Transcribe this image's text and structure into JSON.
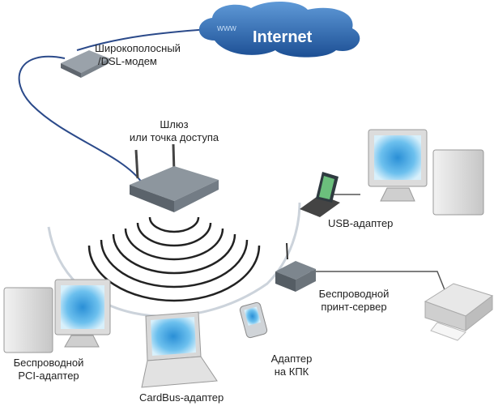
{
  "cloud": {
    "www": "www",
    "internet": "Internet"
  },
  "modem": {
    "line1": "Широкополосный",
    "line2": "/DSL-модем"
  },
  "gateway": {
    "line1": "Шлюз",
    "line2": "или точка доступа"
  },
  "usb": {
    "label": "USB-адаптер"
  },
  "print_server": {
    "line1": "Беспроводной",
    "line2": "принт-сервер"
  },
  "pda": {
    "line1": "Адаптер",
    "line2": "на КПК"
  },
  "cardbus": {
    "label": "CardBus-адаптер"
  },
  "pci": {
    "line1": "Беспроводной",
    "line2": "PCI-адаптер"
  },
  "colors": {
    "cloud": "#2c6bb8",
    "screen": "#3a9ad8",
    "router": "#6d7a86"
  }
}
